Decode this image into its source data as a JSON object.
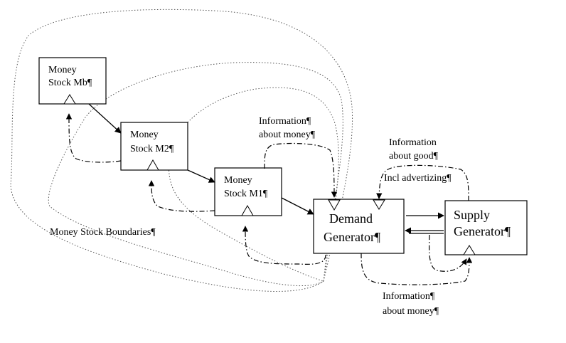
{
  "boxes": {
    "mb": {
      "line1": "Money",
      "line2": "Stock Mb¶"
    },
    "m2": {
      "line1": "Money",
      "line2": "Stock M2¶"
    },
    "m1": {
      "line1": "Money",
      "line2": "Stock M1¶"
    },
    "demand": {
      "line1": "Demand",
      "line2": "Generator¶"
    },
    "supply": {
      "line1": "Supply",
      "line2": "Generator¶"
    }
  },
  "labels": {
    "info_money_top": {
      "line1": "Information¶",
      "line2": "about money¶"
    },
    "info_good": {
      "line1": "Information",
      "line2": "about good¶",
      "line3": "Incl advertizing¶"
    },
    "info_money_bottom": {
      "line1": "Information¶",
      "line2": "about money¶"
    },
    "boundaries": "Money Stock Boundaries¶"
  }
}
